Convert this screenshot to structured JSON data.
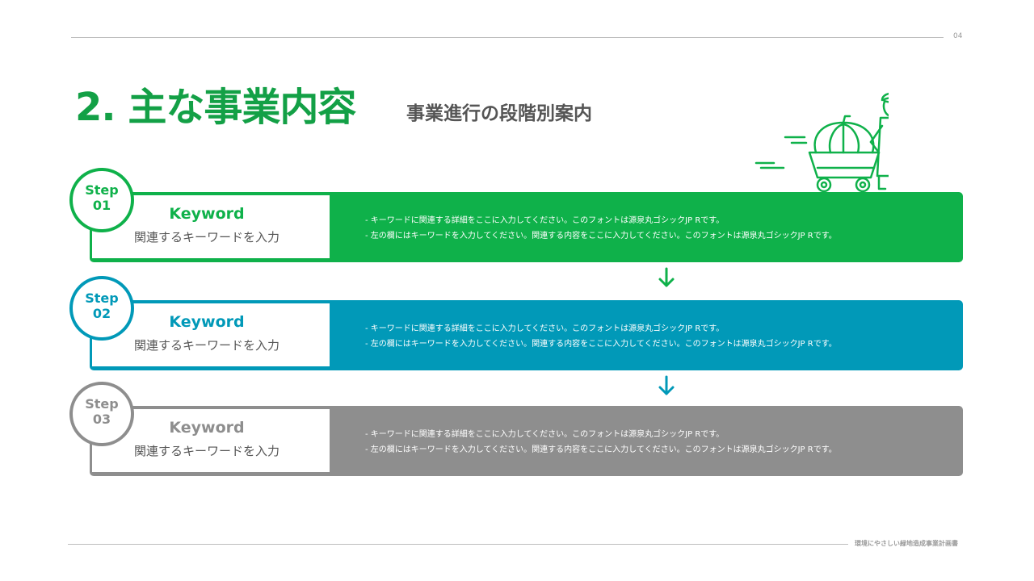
{
  "page": {
    "number": "04",
    "footer": "環境にやさしい緑地造成事業計画書"
  },
  "header": {
    "title": "2. 主な事業内容",
    "subtitle": "事業進行の段階別案内"
  },
  "colors": {
    "step1": "#0fb14a",
    "step2": "#0199b8",
    "step3": "#8e8e8e",
    "title": "#13a046"
  },
  "steps": [
    {
      "label": "Step",
      "number": "01",
      "keyword": "Keyword",
      "keyword_sub": "関連するキーワードを入力",
      "lines": [
        "- キーワードに関連する詳細をここに入力してください。このフォントは源泉丸ゴシックJP Rです。",
        "- 左の欄にはキーワードを入力してください。関連する内容をここに入力してください。このフォントは源泉丸ゴシックJP Rです。"
      ]
    },
    {
      "label": "Step",
      "number": "02",
      "keyword": "Keyword",
      "keyword_sub": "関連するキーワードを入力",
      "lines": [
        "- キーワードに関連する詳細をここに入力してください。このフォントは源泉丸ゴシックJP Rです。",
        "- 左の欄にはキーワードを入力してください。関連する内容をここに入力してください。このフォントは源泉丸ゴシックJP Rです。"
      ]
    },
    {
      "label": "Step",
      "number": "03",
      "keyword": "Keyword",
      "keyword_sub": "関連するキーワードを入力",
      "lines": [
        "- キーワードに関連する詳細をここに入力してください。このフォントは源泉丸ゴシックJP Rです。",
        "- 左の欄にはキーワードを入力してください。関連する内容をここに入力してください。このフォントは源泉丸ゴシックJP Rです。"
      ]
    }
  ],
  "icons": {
    "illustration": "farmer-pushing-pumpkin-cart-icon",
    "flow_arrow": "arrow-down-icon"
  }
}
